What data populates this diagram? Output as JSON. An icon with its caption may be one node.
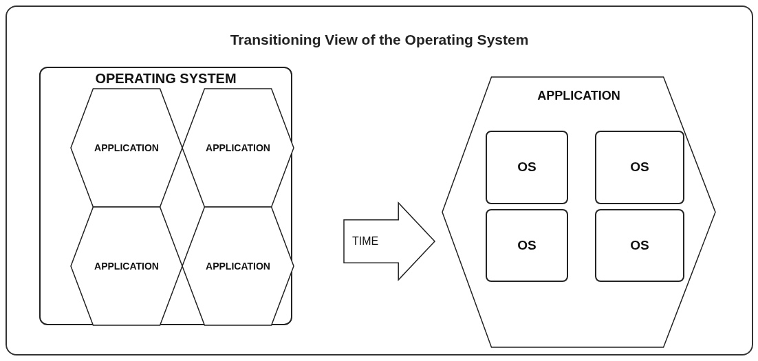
{
  "diagram": {
    "title": "Transitioning View of the Operating System",
    "nodes": [
      {
        "text": [
          "OPERATING SYSTEM"
        ]
      },
      {
        "text": [
          "APPLICATION"
        ],
        "in": 0
      },
      {
        "text": [
          "APPLICATION"
        ],
        "in": 0
      },
      {
        "text": [
          "APPLICATION"
        ],
        "in": 0
      },
      {
        "text": [
          "APPLICATION"
        ],
        "in": 0
      },
      {
        "text": [
          "TIME"
        ]
      },
      {
        "text": [
          "APPLICATION"
        ]
      },
      {
        "text": [
          "OS"
        ],
        "in": 6
      },
      {
        "text": [
          "OS"
        ],
        "in": 6
      },
      {
        "text": [
          "OS"
        ],
        "in": 6
      },
      {
        "text": [
          "OS"
        ],
        "in": 6
      }
    ],
    "edges": []
  }
}
